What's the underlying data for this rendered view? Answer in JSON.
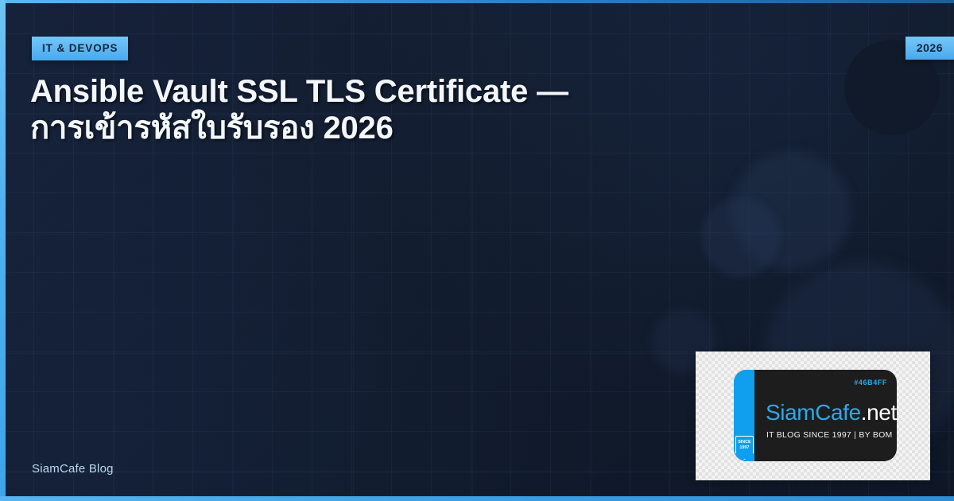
{
  "meta": {
    "accent_blue": "#46B4FF",
    "background_navy": "#141f33",
    "card_dark": "#1d1d1d"
  },
  "header": {
    "category_label": "IT & DEVOPS",
    "year_label": "2026"
  },
  "main": {
    "title": "Ansible Vault SSL TLS Certificate — การเข้ารหัสใบรับรอง 2026"
  },
  "footer": {
    "brand": "SiamCafe Blog"
  },
  "logo": {
    "hex_code": "#46B4FF",
    "wordmark_primary": "SiamCafe",
    "wordmark_suffix": ".net",
    "tagline": "IT BLOG SINCE 1997 | BY BOM",
    "shield_line1": "SINCE",
    "shield_line2": "1997"
  }
}
